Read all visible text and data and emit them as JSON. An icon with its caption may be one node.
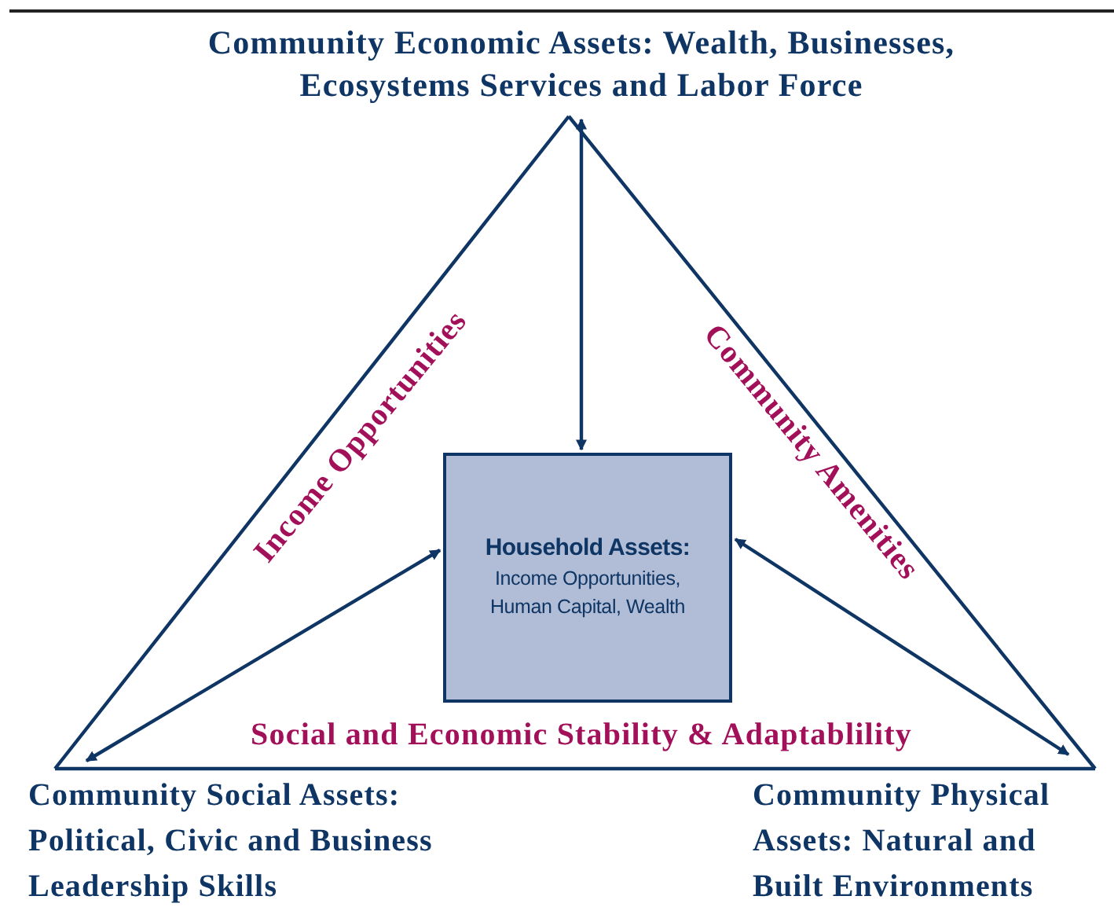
{
  "diagram": {
    "nodes": [
      {
        "text": [
          "Community Economic Assets: Wealth, Businesses, Ecosystems Services and Labor Force"
        ]
      },
      {
        "text": [
          "Household Assets:",
          "Income Opportunities, Human Capital, Wealth"
        ]
      },
      {
        "text": [
          "Community Social Assets: Political, Civic and Business Leadership Skills"
        ]
      },
      {
        "text": [
          "Community Physical Assets: Natural and Built Environments"
        ]
      }
    ],
    "edges": [
      {
        "from": 0,
        "to": 2,
        "arrow": "none",
        "label": "Income Opportunities"
      },
      {
        "from": 0,
        "to": 3,
        "arrow": "none",
        "label": "Community Amenities"
      },
      {
        "from": 2,
        "to": 3,
        "arrow": "none",
        "label": "Social and Economic Stability & Adaptablility"
      },
      {
        "from": 1,
        "to": 0,
        "arrow": "both"
      },
      {
        "from": 1,
        "to": 2,
        "arrow": "both"
      },
      {
        "from": 1,
        "to": 3,
        "arrow": "both"
      }
    ]
  }
}
